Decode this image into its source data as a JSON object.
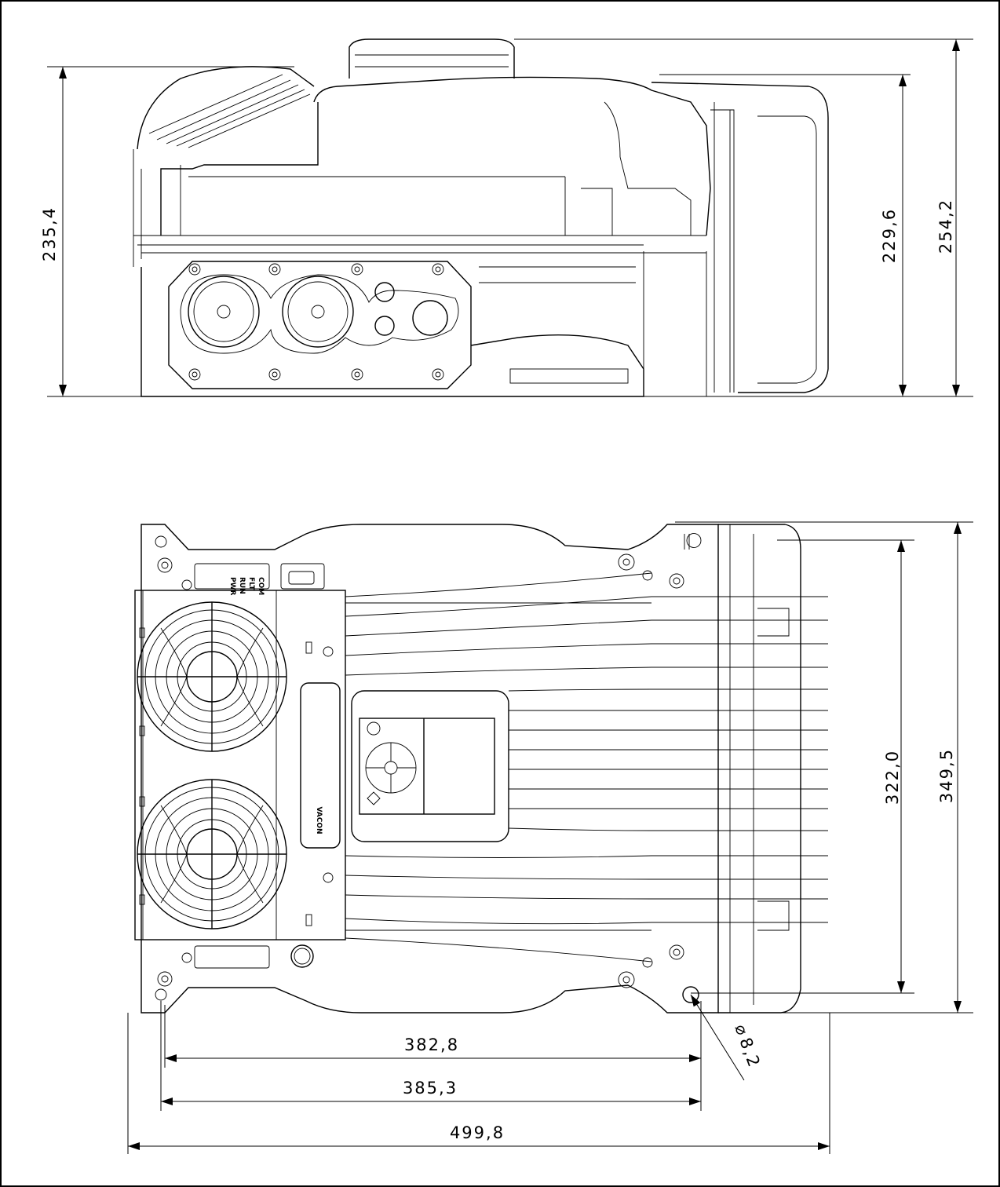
{
  "dimensions": {
    "side_height_left": "235,4",
    "side_height_inner": "229,6",
    "side_height_outer": "254,2",
    "top_width_inner": "322,0",
    "top_width_outer": "349,5",
    "hole_spacing_1": "382,8",
    "hole_spacing_2": "385,3",
    "overall_length": "499,8",
    "hole_diameter": "8,2",
    "diameter_symbol": "⌀"
  },
  "labels": {
    "brand": "VACON",
    "leds": [
      "PWR",
      "RUN",
      "FLT",
      "COM"
    ]
  }
}
